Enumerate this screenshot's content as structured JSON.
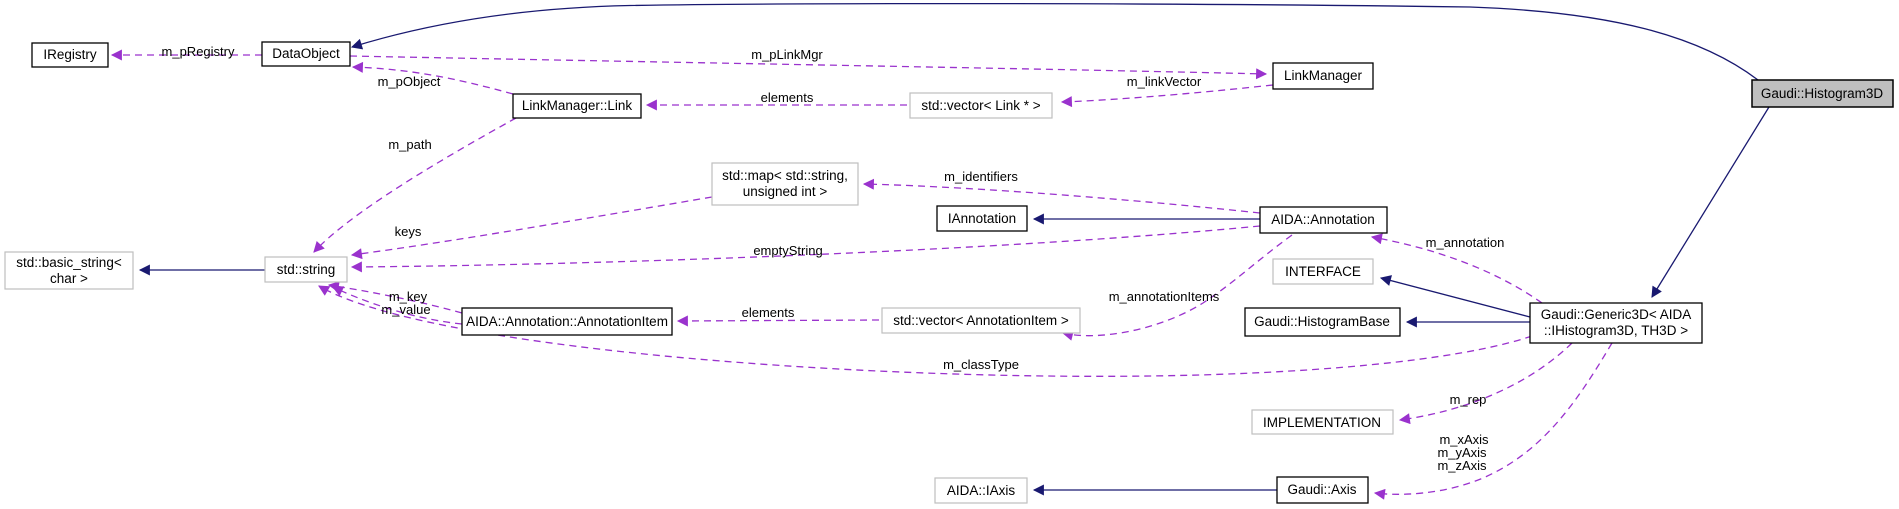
{
  "diagram": {
    "kind": "collaboration-graph",
    "main_class": "Gaudi::Histogram3D",
    "colors": {
      "inheritance_edge": "#191970",
      "usage_edge": "#9a32cd",
      "main_node_fill": "#bfbfbf",
      "node_fill": "#ffffff",
      "documented_node_border": "#000000",
      "external_node_border": "#bfbfbf",
      "background": "#ffffff",
      "text": "#000000"
    }
  },
  "nodes": {
    "iregistry": {
      "label": "IRegistry"
    },
    "dataobject": {
      "label": "DataObject"
    },
    "linkmanager_link": {
      "label": "LinkManager::Link"
    },
    "vector_link": {
      "label": "std::vector< Link * >"
    },
    "linkmanager": {
      "label": "LinkManager"
    },
    "histogram3d": {
      "label": "Gaudi::Histogram3D"
    },
    "map_string_uint": {
      "line1": "std::map< std::string,",
      "line2": "unsigned int >"
    },
    "iannotation": {
      "label": "IAnnotation"
    },
    "aida_annotation": {
      "label": "AIDA::Annotation"
    },
    "interface": {
      "label": "INTERFACE"
    },
    "histogrambase": {
      "label": "Gaudi::HistogramBase"
    },
    "generic3d": {
      "line1": "Gaudi::Generic3D< AIDA",
      "line2": "::IHistogram3D, TH3D >"
    },
    "basic_string": {
      "line1": "std::basic_string<",
      "line2": "char >"
    },
    "std_string": {
      "label": "std::string"
    },
    "annotationitem": {
      "label": "AIDA::Annotation::AnnotationItem"
    },
    "vector_annotationitem": {
      "label": "std::vector< AnnotationItem >"
    },
    "implementation": {
      "label": "IMPLEMENTATION"
    },
    "aida_iaxis": {
      "label": "AIDA::IAxis"
    },
    "gaudi_axis": {
      "label": "Gaudi::Axis"
    }
  },
  "edge_labels": {
    "m_pRegistry": "m_pRegistry",
    "m_pLinkMgr": "m_pLinkMgr",
    "m_linkVector": "m_linkVector",
    "elements_links": "elements",
    "m_pObject": "m_pObject",
    "m_path": "m_path",
    "keys": "keys",
    "m_identifiers": "m_identifiers",
    "emptyString": "emptyString",
    "m_annotation": "m_annotation",
    "m_annotationItems": "m_annotationItems",
    "m_key": "m_key",
    "m_value": "m_value",
    "elements_items": "elements",
    "m_classType": "m_classType",
    "m_rep": "m_rep",
    "m_xAxis": "m_xAxis",
    "m_yAxis": "m_yAxis",
    "m_zAxis": "m_zAxis"
  }
}
